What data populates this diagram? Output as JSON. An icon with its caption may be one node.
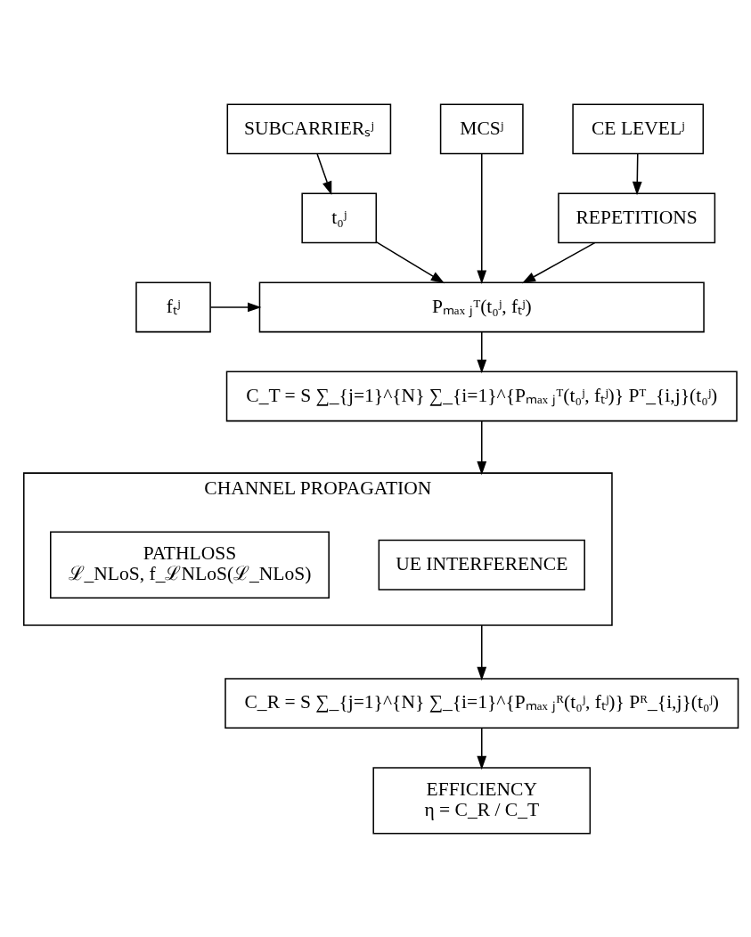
{
  "diagram": {
    "nodes": [
      {
        "text": [
          "SUBCARRIERₛʲ"
        ]
      },
      {
        "text": [
          "MCSʲ"
        ]
      },
      {
        "text": [
          "CE LEVELʲ"
        ]
      },
      {
        "text": [
          "t₀ʲ"
        ]
      },
      {
        "text": [
          "REPETITIONS"
        ]
      },
      {
        "text": [
          "fₜʲ"
        ]
      },
      {
        "text": [
          "Pₘₐₓ ⱼᵀ(t₀ʲ, fₜʲ)"
        ]
      },
      {
        "text": [
          "C_T = S ∑_{j=1}^{N} ∑_{i=1}^{Pₘₐₓ ⱼᵀ(t₀ʲ, fₜʲ)} Pᵀ_{i,j}(t₀ʲ)"
        ]
      },
      {
        "text": [
          "CHANNEL PROPAGATION"
        ]
      },
      {
        "text": [
          "UE INTERFERENCE"
        ],
        "in": 8
      },
      {
        "text": [
          "PATHLOSS",
          "ℒ_NLoS, f_ℒNLoS(ℒ_NLoS)"
        ],
        "in": 8
      },
      {
        "text": [
          "C_R = S ∑_{j=1}^{N} ∑_{i=1}^{Pₘₐₓ ⱼᴿ(t₀ʲ, fₜʲ)} Pᴿ_{i,j}(t₀ʲ)"
        ]
      },
      {
        "text": [
          "EFFICIENCY",
          "η = C_R / C_T"
        ]
      }
    ],
    "edges": [
      {
        "from": 0,
        "to": 3,
        "arrow": "to"
      },
      {
        "from": 3,
        "to": 6,
        "arrow": "to"
      },
      {
        "from": 1,
        "to": 6,
        "arrow": "to"
      },
      {
        "from": 2,
        "to": 4,
        "arrow": "to"
      },
      {
        "from": 4,
        "to": 6,
        "arrow": "to"
      },
      {
        "from": 5,
        "to": 6,
        "arrow": "to"
      },
      {
        "from": 6,
        "to": 7,
        "arrow": "to"
      },
      {
        "from": 7,
        "to": 8,
        "arrow": "to"
      },
      {
        "from": 8,
        "to": 11,
        "arrow": "to"
      },
      {
        "from": 11,
        "to": 12,
        "arrow": "to"
      }
    ]
  }
}
